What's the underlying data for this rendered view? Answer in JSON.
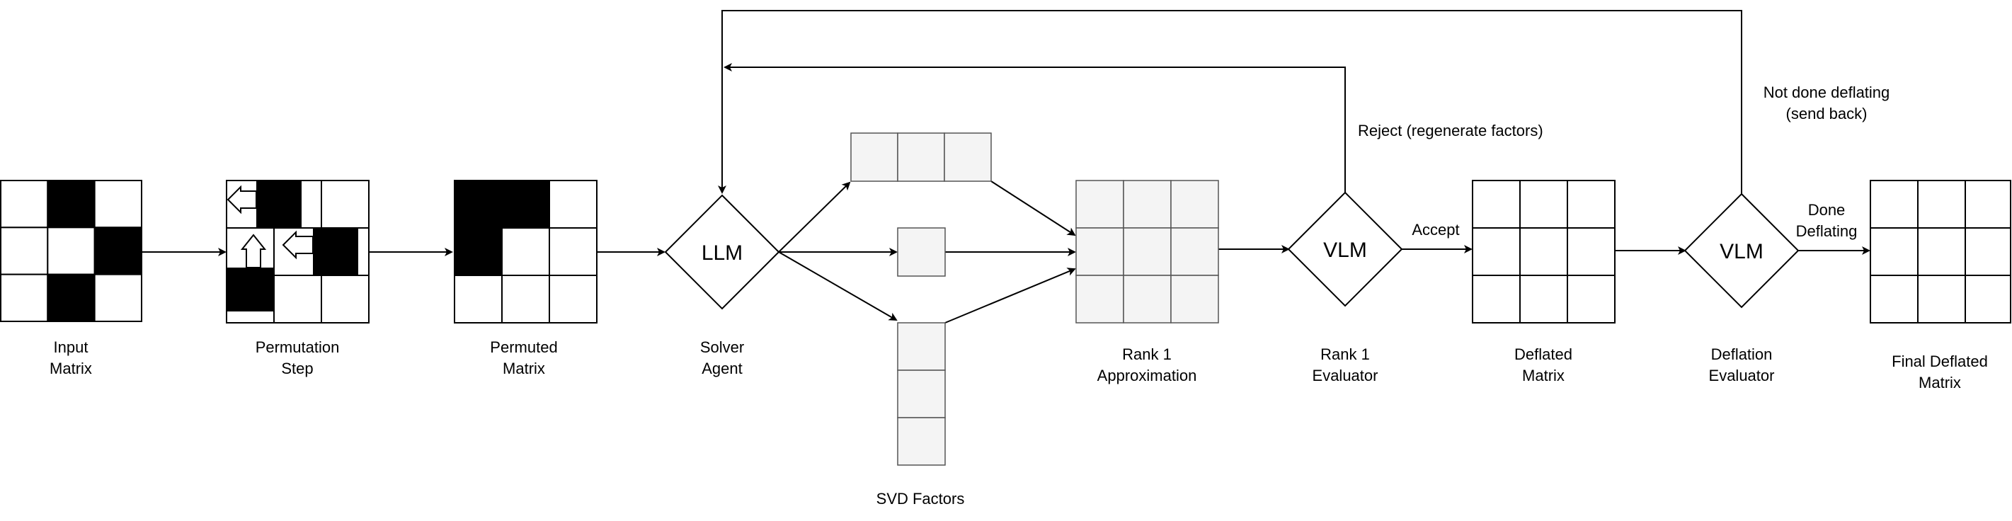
{
  "labels": {
    "input": [
      "Input",
      "Matrix"
    ],
    "permutation": [
      "Permutation",
      "Step"
    ],
    "permuted": [
      "Permuted",
      "Matrix"
    ],
    "solver": [
      "Solver",
      "Agent"
    ],
    "svd": [
      "SVD Factors"
    ],
    "rank1": [
      "Rank 1",
      "Approximation"
    ],
    "rank1_eval": [
      "Rank 1",
      "Evaluator"
    ],
    "deflated": [
      "Deflated",
      "Matrix"
    ],
    "deflation_eval": [
      "Deflation",
      "Evaluator"
    ],
    "final": [
      "Final Deflated",
      "Matrix"
    ]
  },
  "nodes": {
    "llm": "LLM",
    "vlm1": "VLM",
    "vlm2": "VLM"
  },
  "edges": {
    "reject": "Reject (regenerate factors)",
    "accept": "Accept",
    "not_done": [
      "Not done deflating",
      "(send back)"
    ],
    "done": [
      "Done",
      "Deflating"
    ]
  },
  "matrices": {
    "input": [
      [
        0,
        1,
        0
      ],
      [
        0,
        0,
        1
      ],
      [
        0,
        1,
        0
      ]
    ],
    "permuted": [
      [
        1,
        1,
        0
      ],
      [
        1,
        0,
        0
      ],
      [
        0,
        0,
        0
      ]
    ]
  },
  "colors": {
    "filled": "#000000",
    "empty": "#ffffff",
    "factor": "#f4f4f4",
    "line": "#000000"
  }
}
